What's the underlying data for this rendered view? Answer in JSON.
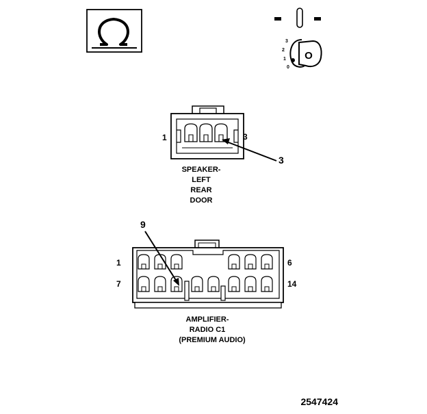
{
  "omega_symbol": "Ω",
  "ignition": {
    "key_label": "O",
    "positions": [
      "3",
      "2",
      "1",
      "0"
    ]
  },
  "speaker_connector": {
    "pin_left": "1",
    "pin_right": "3",
    "callout": "3",
    "caption": [
      "SPEAKER-",
      "LEFT",
      "REAR",
      "DOOR"
    ]
  },
  "amplifier_connector": {
    "pin_top_left": "1",
    "pin_top_right": "6",
    "pin_bottom_left": "7",
    "pin_bottom_right": "14",
    "callout": "9",
    "caption": [
      "AMPLIFIER-",
      "RADIO C1",
      "(PREMIUM AUDIO)"
    ]
  },
  "figure_id": "2547424"
}
